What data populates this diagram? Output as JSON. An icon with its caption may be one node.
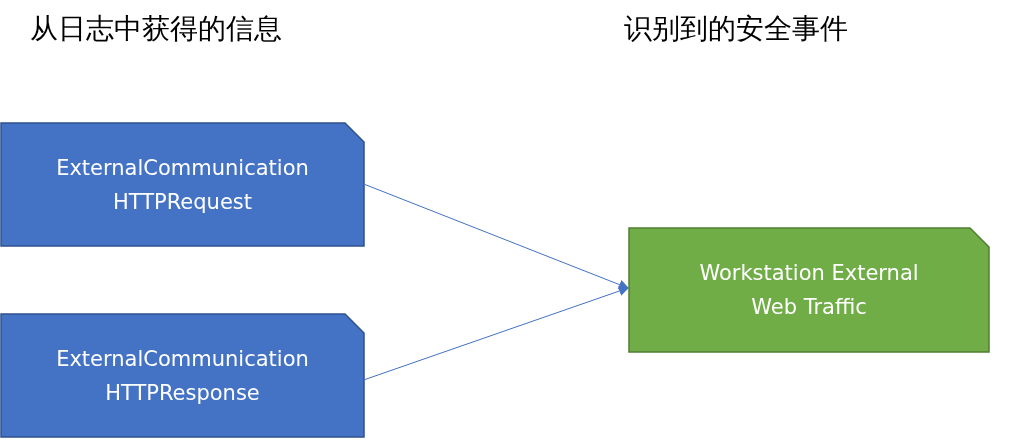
{
  "diagram": {
    "nodes": [
      {
        "text": [
          "ExternalCommunication HTTPRequest"
        ]
      },
      {
        "text": [
          "ExternalCommunication HTTPResponse"
        ]
      },
      {
        "text": [
          "Workstation External Web Traffic"
        ]
      }
    ],
    "edges": [
      {
        "from": 0,
        "to": 2,
        "arrow": "to"
      },
      {
        "from": 1,
        "to": 2,
        "arrow": "to"
      }
    ],
    "labels": [
      "从日志中获得的信息",
      "识别到的安全事件"
    ]
  }
}
